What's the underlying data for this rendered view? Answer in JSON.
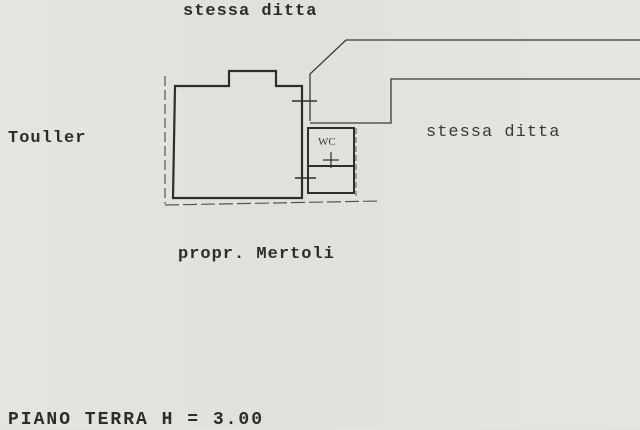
{
  "labels": {
    "top": "stessa ditta",
    "left": "Touller",
    "right": "stessa ditta",
    "bottom": "propr. Mertoli",
    "wc": "WC",
    "footer": "PIANO TERRA H = 3.00"
  },
  "colors": {
    "paper": "#e4e2dc",
    "ink": "#2d2c2a"
  }
}
